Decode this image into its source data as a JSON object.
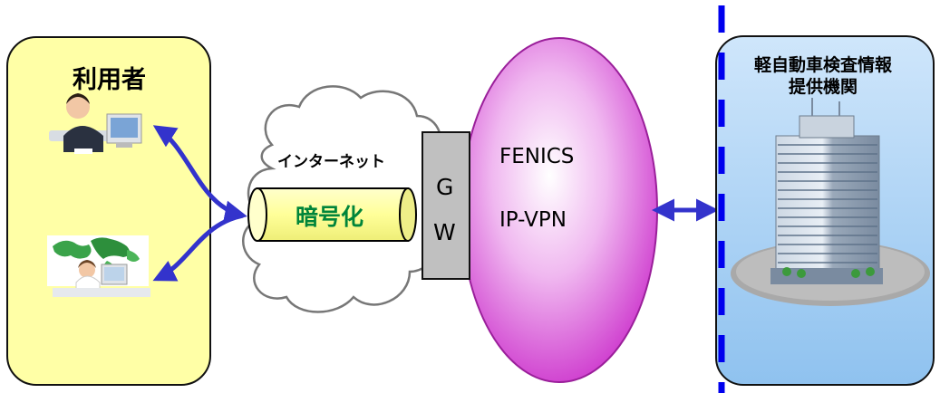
{
  "users": {
    "title": "利用者"
  },
  "internet": {
    "label": "インターネット",
    "tunnel_label": "暗号化"
  },
  "gateway": {
    "line1": "G",
    "line2": "W"
  },
  "network": {
    "line1": "FENICS",
    "line2": "IP-VPN"
  },
  "organization": {
    "title_line1": "軽自動車検査情報",
    "title_line2": "提供機関"
  },
  "colors": {
    "users_panel": "#ffffa6",
    "org_panel": "#a8d0f5",
    "arrows": "#3333cc",
    "vpn_oval": "#cc33cc",
    "gateway": "#c0c0c0",
    "tunnel": "#ffff99",
    "encrypt_text": "#00853a",
    "boundary": "#0000ee"
  },
  "icons": [
    "user-at-computer-icon",
    "user-with-world-map-icon",
    "building-icon"
  ]
}
